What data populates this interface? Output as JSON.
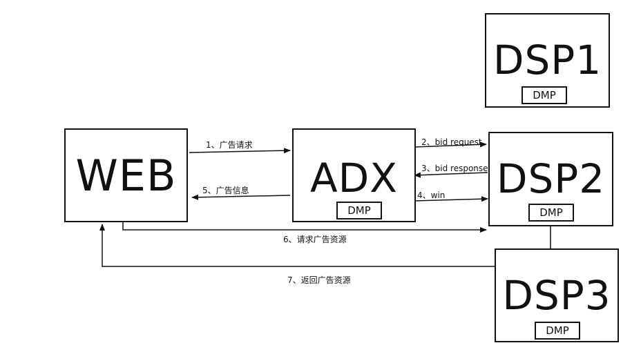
{
  "nodes": {
    "web": {
      "label": "WEB"
    },
    "adx": {
      "label": "ADX",
      "sub": "DMP"
    },
    "dsp1": {
      "label": "DSP1",
      "sub": "DMP"
    },
    "dsp2": {
      "label": "DSP2",
      "sub": "DMP"
    },
    "dsp3": {
      "label": "DSP3",
      "sub": "DMP"
    }
  },
  "edges": {
    "e1": "1、广告请求",
    "e2": "2、bid request",
    "e3": "3、bid response",
    "e4": "4、win",
    "e5": "5、广告信息",
    "e6": "6、请求广告资源",
    "e7": "7、返回广告资源"
  },
  "colors": {
    "line": "#111111",
    "background": "#ffffff"
  }
}
